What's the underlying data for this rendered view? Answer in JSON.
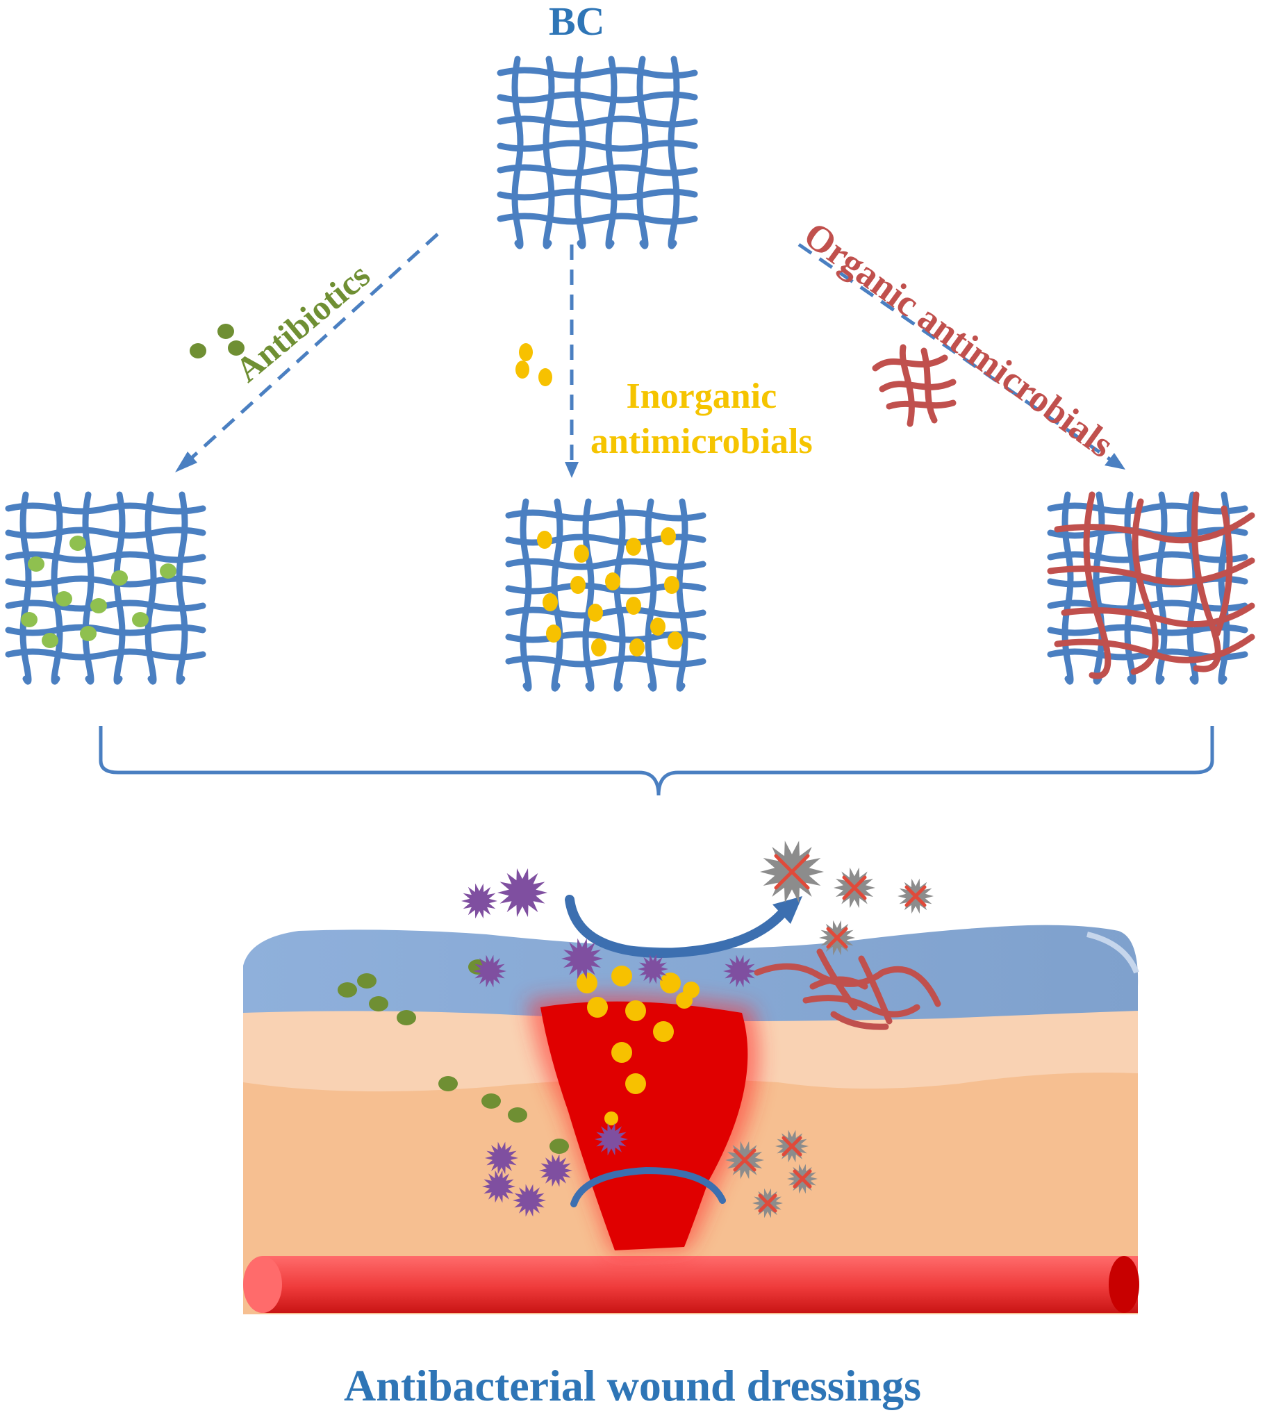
{
  "labels": {
    "bc": "BC",
    "antibiotics": "Antibiotics",
    "inorganic_line1": "Inorganic",
    "inorganic_line2": "antimicrobials",
    "organic": "Organic antimicrobials",
    "title": "Antibacterial wound dressings"
  },
  "colors": {
    "bc_fiber": "#4a7fc1",
    "antibiotic": "#6f8f33",
    "antibiotic_light": "#8fc04f",
    "inorganic": "#f7c100",
    "organic": "#c0504d",
    "bc_label": "#2e75b6",
    "antibiotics_label": "#6f8f33",
    "inorganic_label": "#f5c400",
    "organic_label": "#c0504d",
    "title": "#2e75b6",
    "bacteria": "#7f4fa0",
    "dead_bacteria": "#8c8c8c",
    "blood": "#e00000",
    "epidermis": "#8eacd4",
    "dermis": "#f9d2b3",
    "hypodermis": "#f6bf91",
    "vessel": "#f04a4a"
  },
  "icons": [
    "bacterium-icon",
    "dead-bacterium-icon",
    "curved-arrow-icon"
  ]
}
